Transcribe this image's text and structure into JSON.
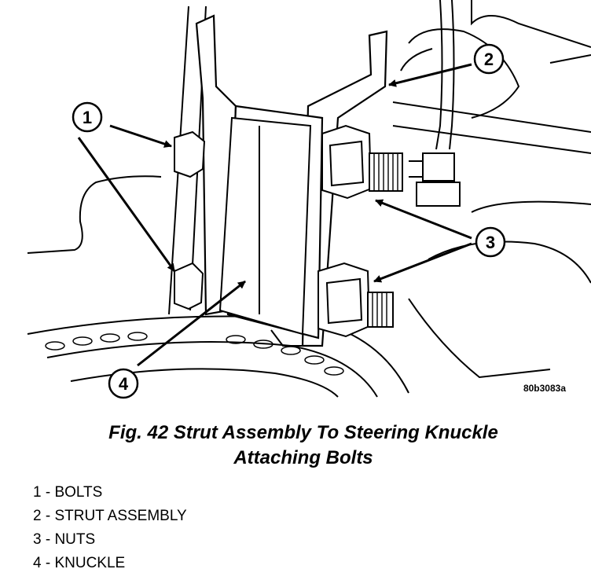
{
  "figure": {
    "callouts": [
      "1",
      "2",
      "3",
      "4"
    ],
    "code": "80b3083a"
  },
  "caption": {
    "line1": "Fig. 42 Strut Assembly To Steering Knuckle",
    "line2": "Attaching Bolts"
  },
  "legend": [
    "1 - BOLTS",
    "2 - STRUT ASSEMBLY",
    "3 - NUTS",
    "4 - KNUCKLE"
  ]
}
